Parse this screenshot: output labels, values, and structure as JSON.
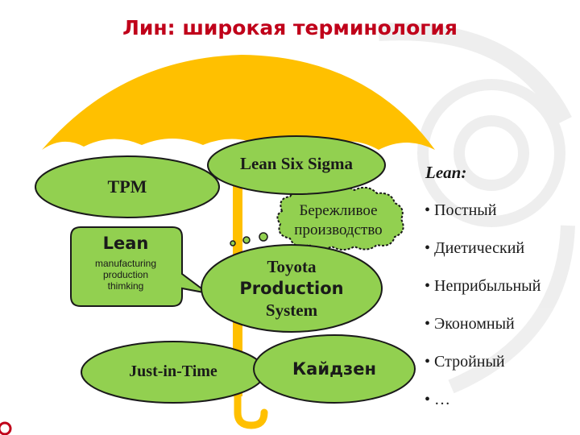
{
  "title": "Лин: широкая терминология",
  "diagram": {
    "nodes": {
      "tpm": "TPM",
      "lean_six_sigma": "Lean Six Sigma",
      "tps": [
        "Toyota",
        "Production",
        "System"
      ],
      "jit": "Just-in-Time",
      "kaizen": "Кайдзен"
    },
    "callout": {
      "title": "Lean",
      "lines": [
        "manufacturing",
        "production",
        "thimking"
      ]
    },
    "cloud": [
      "Бережливое",
      "производство"
    ]
  },
  "translations": {
    "heading": "Lean:",
    "items": [
      "Постный",
      "Диетический",
      "Неприбыльный",
      "Экономный",
      "Стройный",
      "…"
    ]
  },
  "colors": {
    "title": "#c0001a",
    "ellipse_fill": "#92d050",
    "umbrella": "#ffc000",
    "outline": "#1a1a1a"
  }
}
